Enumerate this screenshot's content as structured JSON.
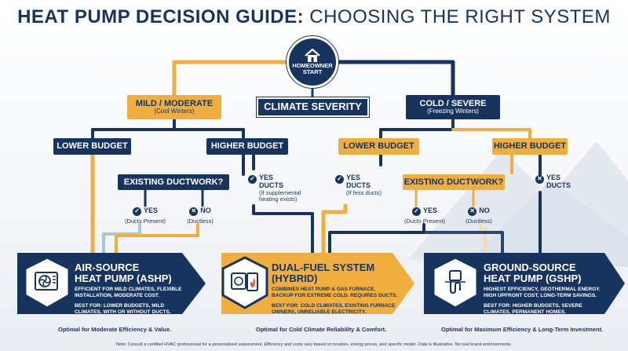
{
  "title": {
    "part1": "HEAT PUMP DECISION GUIDE:",
    "part2": "CHOOSING THE RIGHT SYSTEM"
  },
  "start": {
    "line1": "HOMEOWNER",
    "line2": "START",
    "icon": "house-icon"
  },
  "climate_severity": "CLIMATE SEVERITY",
  "left": {
    "branch": {
      "label": "MILD / MODERATE",
      "sub": "(Cool Winters)"
    },
    "lower_budget": "LOWER BUDGET",
    "higher_budget": "HIGHER BUDGET",
    "ductwork_question": "EXISTING DUCTWORK?",
    "yes_ducts": {
      "label": "YES",
      "label2": "DUCTS",
      "sub1": "(If supplemental",
      "sub2": "heating exists)"
    },
    "yes": {
      "label": "YES",
      "sub": "(Ducts Present)"
    },
    "no": {
      "label": "NO",
      "sub": "(Ductless)"
    }
  },
  "right": {
    "branch": {
      "label": "COLD / SEVERE",
      "sub": "(Freezing Winters)"
    },
    "lower_budget": "LOWER BUDGET",
    "higher_budget": "HIGHER BUDGET",
    "ductwork_question": "EXISTING DUCTWORK?",
    "yes_ducts_lower": {
      "label": "YES",
      "label2": "DUCTS",
      "sub": "(If fess ducts)"
    },
    "yes_ducts_higher": {
      "label": "YES",
      "label2": "DUCTS"
    },
    "yes": {
      "label": "YES",
      "sub": "(Ducts Present)"
    },
    "no": {
      "label": "NO",
      "sub": "(Ductless)"
    }
  },
  "systems": [
    {
      "name1": "AIR-SOURCE",
      "name2": "HEAT PUMP (ASHP)",
      "desc1": "EFFICIENT FOR MILD CLIMATES, FLEXIBLE",
      "desc2": "INSTALLATION, MODERATE COST.",
      "best1": "BEST FOR: LOWER BUDGETS, MILD",
      "best2": "CLIMATES, WITH OR WITHOUT DUCTS.",
      "footer": "Optimal for Moderate Efficiency & Value.",
      "icon": "fan-unit-icon"
    },
    {
      "name1": "DUAL-FUEL SYSTEM",
      "name2": "(HYBRID)",
      "desc1": "COMBINES HEAT PUMP & GAS FURNACE.",
      "desc2": "BACKUP FOR EXTREME COLD. REQUIRES DUCTS.",
      "best1": "BEST FOR: COLD CLIMATES, EXISTING FURNACE",
      "best2": "OWNERS, UNRELIABLE ELECTRICITY.",
      "footer": "Optimal for Cold Climate Reliability & Comfort.",
      "icon": "fan-and-flame-icon"
    },
    {
      "name1": "GROUND-SOURCE",
      "name2": "HEAT PUMP (GSHP)",
      "desc1": "HIGHEST EFFICIENCY, GEOTHERMAL ENERGY.",
      "desc2": "HIGH UPFRONT COST, LONG-TERM SAVINGS.",
      "best1": "BEST FOR: HIGHER BUDGETS, SEVERE",
      "best2": "CLIMATES, PERMANENT HOMES.",
      "footer": "Optimal for Maximum Efficiency & Long-Term Investment.",
      "icon": "geothermal-loop-icon"
    }
  ],
  "note": "Note: Consult a certified HVAC professional for a personalized assessment. Efficiency and costs vary based on location, energy prices, and specific model. Data is illustrative. No real brand endorsements.",
  "colors": {
    "navy": "#17345f",
    "gold": "#efae3e",
    "light_blue": "#a9c4dd",
    "light_gold": "#f3dcae"
  }
}
